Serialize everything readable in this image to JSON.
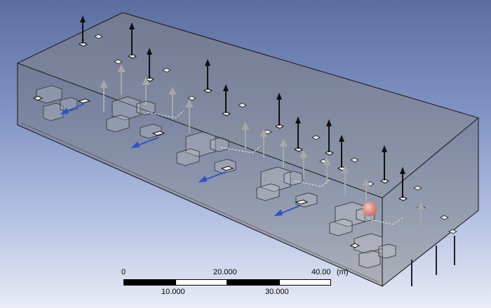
{
  "viewport": {
    "background_top": "#5a6ea0",
    "background_bottom": "#e9ecf6",
    "model_fill": "rgba(120,120,120,0.45)",
    "model_edge": "#1e1e1e",
    "highlight_sphere": "#e88a80",
    "inlet_arrow_color": "#2f52c9",
    "outlet_arrow_color": "#1b1b1b"
  },
  "scale_bar": {
    "unit": "(m)",
    "top_labels": [
      "0",
      "20.000",
      "40.00"
    ],
    "bottom_labels": [
      "10.000",
      "30.000"
    ]
  }
}
